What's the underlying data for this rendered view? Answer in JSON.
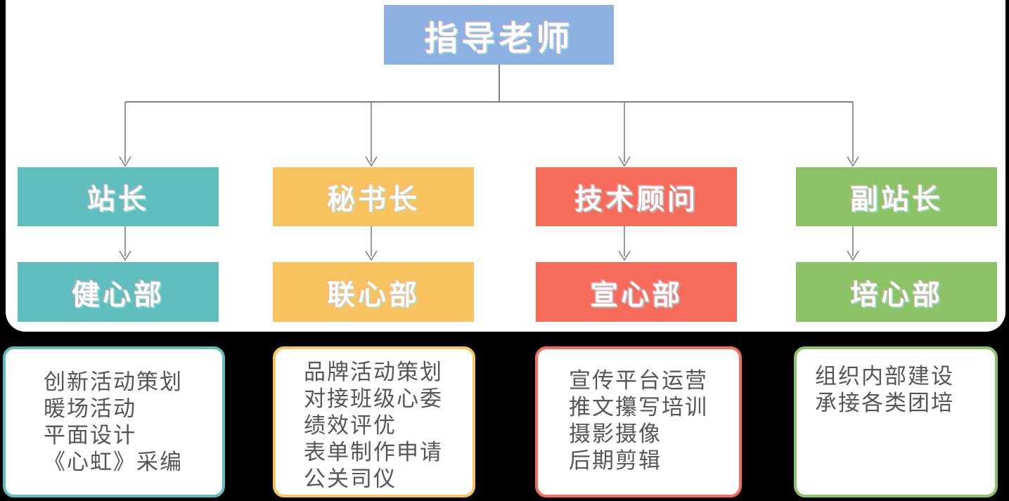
{
  "diagram": {
    "title_note": "psychology station organization chart",
    "root": {
      "label": "指导老师",
      "color": "#8DB1E1"
    },
    "branches": [
      {
        "role": "站长",
        "dept": "健心部",
        "color": "#61BEBE",
        "duties": [
          "创新活动策划",
          "暖场活动",
          "平面设计",
          "《心虹》采编"
        ]
      },
      {
        "role": "秘书长",
        "dept": "联心部",
        "color": "#F9C45F",
        "duties": [
          "品牌活动策划",
          "对接班级心委",
          "绩效评优",
          "表单制作申请",
          "公关司仪"
        ]
      },
      {
        "role": "技术顾问",
        "dept": "宣心部",
        "color": "#F76B5B",
        "duties": [
          "宣传平台运营",
          "推文攥写培训",
          "摄影摄像",
          "后期剪辑"
        ]
      },
      {
        "role": "副站长",
        "dept": "培心部",
        "color": "#8BC366",
        "duties": [
          "组织内部建设",
          "承接各类团培"
        ]
      }
    ],
    "connector_color": "#7F7F7F",
    "panel_text_color": "#565656",
    "panel_bg": "#FFFFFF",
    "canvas_bg": "#000000"
  }
}
